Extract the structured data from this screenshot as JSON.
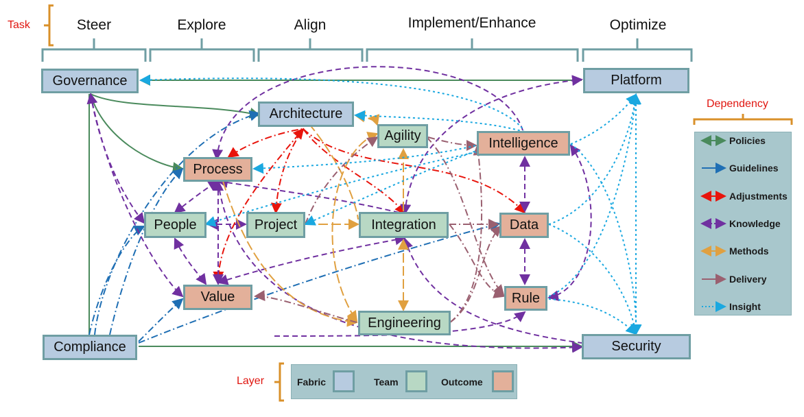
{
  "task": {
    "label": "Task",
    "stages": [
      "Steer",
      "Explore",
      "Align",
      "Implement/Enhance",
      "Optimize"
    ]
  },
  "nodes": {
    "governance": {
      "label": "Governance",
      "layer": "fabric"
    },
    "platform": {
      "label": "Platform",
      "layer": "fabric"
    },
    "architecture": {
      "label": "Architecture",
      "layer": "fabric"
    },
    "compliance": {
      "label": "Compliance",
      "layer": "fabric"
    },
    "security": {
      "label": "Security",
      "layer": "fabric"
    },
    "agility": {
      "label": "Agility",
      "layer": "team"
    },
    "people": {
      "label": "People",
      "layer": "team"
    },
    "project": {
      "label": "Project",
      "layer": "team"
    },
    "integration": {
      "label": "Integration",
      "layer": "team"
    },
    "engineering": {
      "label": "Engineering",
      "layer": "team"
    },
    "process": {
      "label": "Process",
      "layer": "outcome"
    },
    "intelligence": {
      "label": "Intelligence",
      "layer": "outcome"
    },
    "data": {
      "label": "Data",
      "layer": "outcome"
    },
    "value": {
      "label": "Value",
      "layer": "outcome"
    },
    "rule": {
      "label": "Rule",
      "layer": "outcome"
    }
  },
  "dependency": {
    "title": "Dependency",
    "items": [
      {
        "label": "Policies",
        "color": "#4a8a5c",
        "style": "solid"
      },
      {
        "label": "Guidelines",
        "color": "#1f6fb4",
        "style": "solid"
      },
      {
        "label": "Adjustments",
        "color": "#e8140c",
        "style": "solid"
      },
      {
        "label": "Knowledge",
        "color": "#7030a0",
        "style": "dashed"
      },
      {
        "label": "Methods",
        "color": "#e0a040",
        "style": "solid"
      },
      {
        "label": "Delivery",
        "color": "#9a6070",
        "style": "solid"
      },
      {
        "label": "Insight",
        "color": "#1aa8e0",
        "style": "dotted"
      }
    ]
  },
  "layer": {
    "title": "Layer",
    "items": [
      {
        "label": "Fabric",
        "color": "#b7cbe0"
      },
      {
        "label": "Team",
        "color": "#b8d8c4"
      },
      {
        "label": "Outcome",
        "color": "#e3b09a"
      }
    ]
  },
  "colors": {
    "policies": "#4a8a5c",
    "guidelines": "#1f6fb4",
    "adjustments": "#e8140c",
    "knowledge": "#7030a0",
    "methods": "#e0a040",
    "delivery": "#9a6070",
    "insight": "#1aa8e0",
    "bracket": "#6f9ea3",
    "orange_bracket": "#d9902a"
  }
}
